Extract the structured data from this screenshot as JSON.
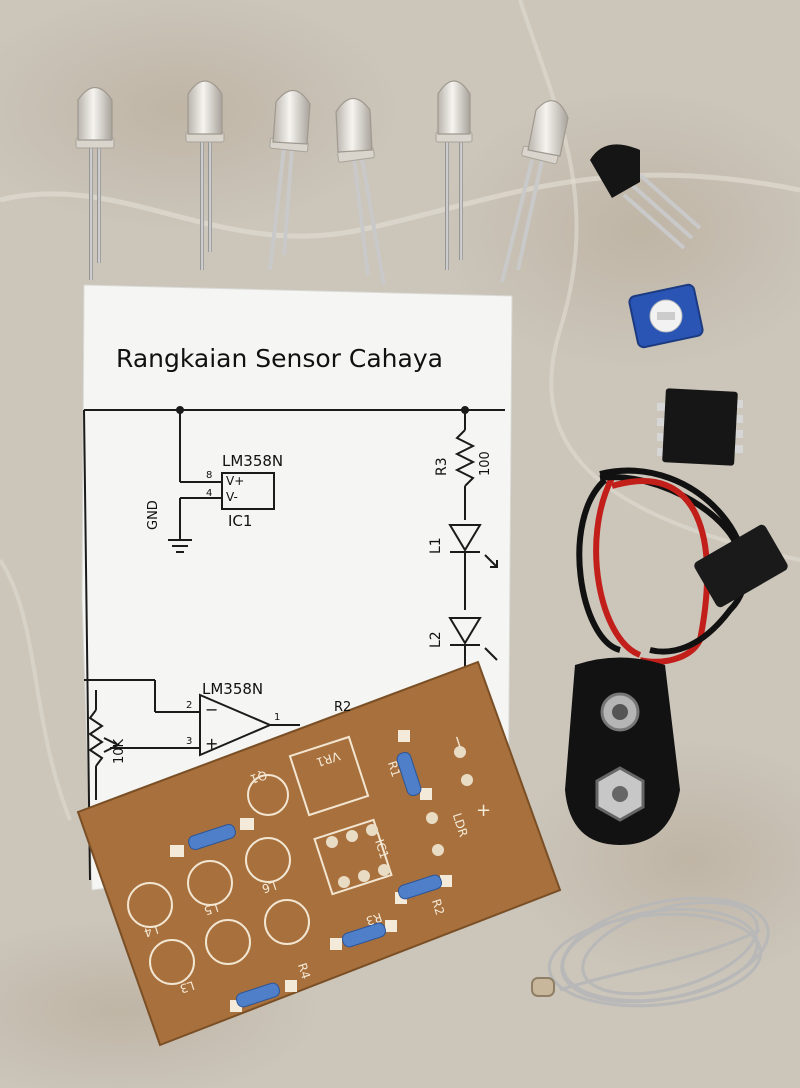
{
  "colors": {
    "tile": "#c9c3b8",
    "paper": "#f4f4f2",
    "pcb": "#a46f3c",
    "trace_red": "#c0201e",
    "wire_black": "#1a1a1a"
  },
  "schematic": {
    "title": "Rangkaian Sensor Cahaya",
    "ic_top": "LM358N",
    "pin_vplus": "V+",
    "pin_vminus": "V-",
    "pin8": "8",
    "pin4": "4",
    "ic_label": "IC1",
    "gnd": "GND",
    "r3": "R3",
    "r3_value": "100",
    "l1": "L1",
    "l2": "L2",
    "ic_bottom": "LM358N",
    "pin2": "2",
    "pin3": "3",
    "pin1": "1",
    "pot_value": "10K",
    "minus_sign": "−",
    "plus_sign": "+",
    "r2_partial": "R2",
    "r_partial": "R2"
  },
  "pcb": {
    "vr1": "VR1",
    "q1": "Q1",
    "r1": "R1",
    "ic1": "IC1",
    "ldr": "LDR",
    "minus": "−",
    "plus": "+",
    "l6": "L6",
    "l5": "L5",
    "l4": "L4",
    "l3": "L3",
    "r2": "R2",
    "r3": "R3",
    "r4": "R4"
  }
}
